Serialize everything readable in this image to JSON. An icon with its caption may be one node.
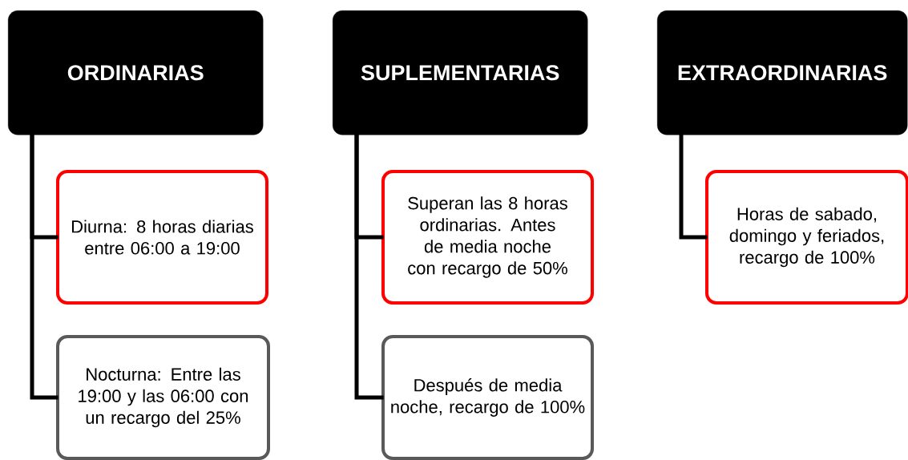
{
  "diagram": {
    "nodes": [
      {
        "text": [
          "ORDINARIAS"
        ]
      },
      {
        "text": [
          "Diurna: 8 horas diarias entre 06:00 a 19:00"
        ]
      },
      {
        "text": [
          "Nocturna: Entre las 19:00 y las 06:00 con un recargo del 25%"
        ]
      },
      {
        "text": [
          "SUPLEMENTARIAS"
        ]
      },
      {
        "text": [
          "Superan las 8 horas ordinarias. Antes de media noche con recargo de 50%"
        ]
      },
      {
        "text": [
          "Después de media noche, recargo de 100%"
        ]
      },
      {
        "text": [
          "EXTRAORDINARIAS"
        ]
      },
      {
        "text": [
          "Horas de sabado, domingo y feriados, recargo de 100%"
        ]
      }
    ],
    "edges": [
      {
        "from": 0,
        "to": 1,
        "arrow": "none"
      },
      {
        "from": 0,
        "to": 2,
        "arrow": "none"
      },
      {
        "from": 3,
        "to": 4,
        "arrow": "none"
      },
      {
        "from": 3,
        "to": 5,
        "arrow": "none"
      },
      {
        "from": 6,
        "to": 7,
        "arrow": "none"
      }
    ]
  }
}
